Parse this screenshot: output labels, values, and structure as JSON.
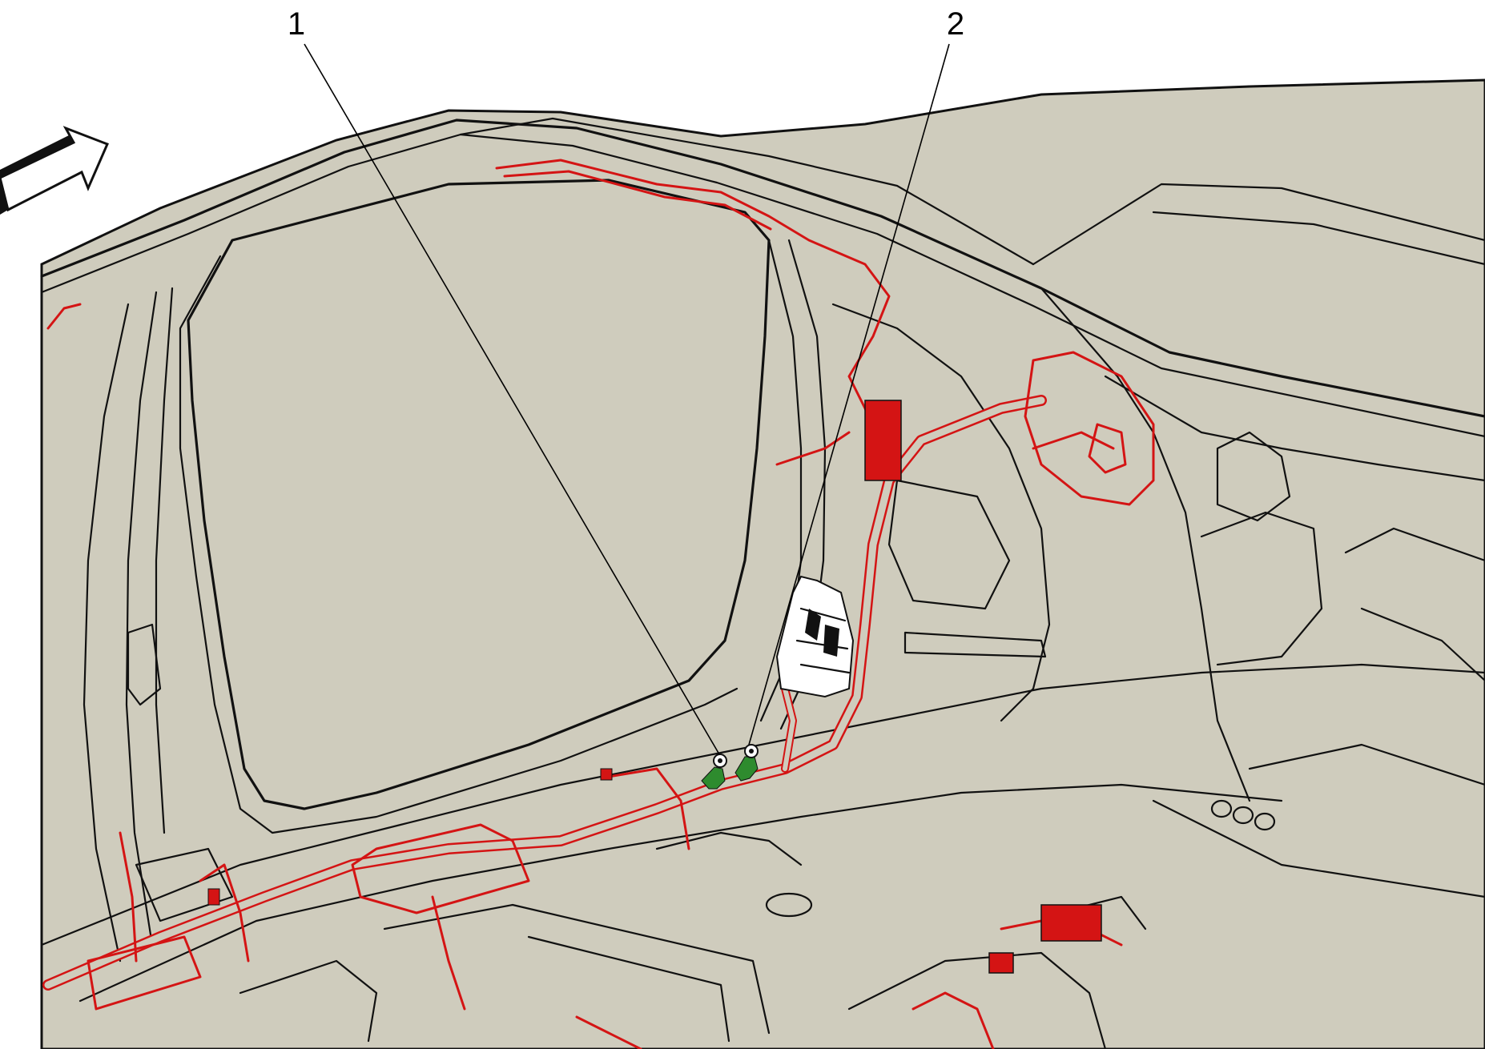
{
  "callouts": [
    {
      "label": "1",
      "target": "ground-stud-left"
    },
    {
      "label": "2",
      "target": "ground-stud-right"
    }
  ],
  "colors": {
    "background": "#ffffff",
    "body_fill": "#cfccbd",
    "line": "#111111",
    "harness": "#d41414",
    "ground_terminal": "#2e8b2e"
  },
  "icons": {
    "direction_arrow": "front-direction-arrow-icon"
  }
}
